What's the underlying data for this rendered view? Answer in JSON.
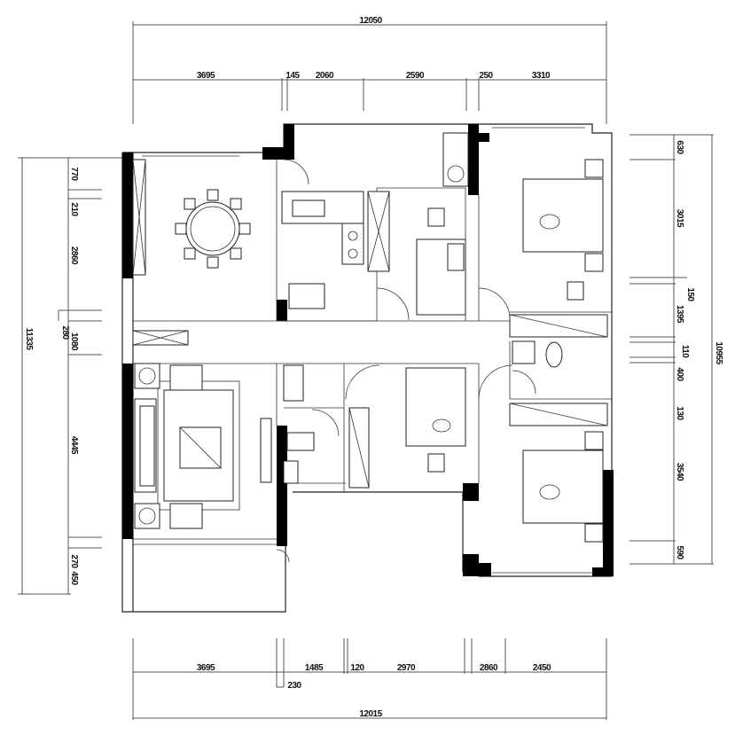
{
  "plan": {
    "top_dims": {
      "total": "12050",
      "segments": [
        "3695",
        "145",
        "2060",
        "2590",
        "250",
        "3310"
      ]
    },
    "bottom_dims": {
      "total": "12015",
      "segments": [
        "3695",
        "1485",
        "120",
        "2970",
        "2860",
        "2450"
      ],
      "extra": "230"
    },
    "left_dims": {
      "total": "11335",
      "segments": [
        "770",
        "210",
        "2860",
        "280",
        "1080",
        "4445",
        "270",
        "450"
      ]
    },
    "right_dims": {
      "total": "10955",
      "segments": [
        "630",
        "3015",
        "150",
        "1395",
        "110",
        "400",
        "130",
        "3540",
        "590"
      ]
    }
  }
}
